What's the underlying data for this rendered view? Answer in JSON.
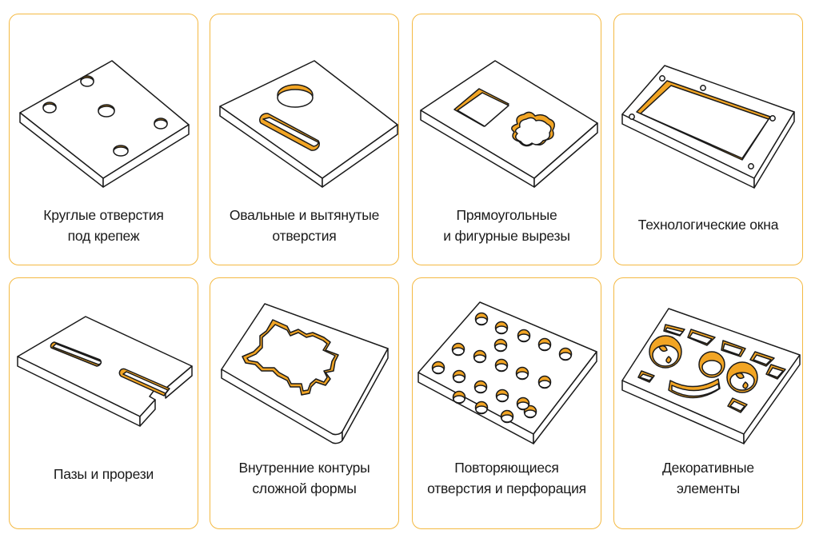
{
  "accent_color": "#F2A524",
  "border_color": "#F4B942",
  "cards": [
    {
      "line1": "Круглые отверстия",
      "line2": "под крепеж",
      "icon": "round-holes-plate-icon"
    },
    {
      "line1": "Овальные и вытянутые",
      "line2": "отверстия",
      "icon": "oval-holes-plate-icon"
    },
    {
      "line1": "Прямоугольные",
      "line2": "и фигурные вырезы",
      "icon": "shaped-cutouts-plate-icon"
    },
    {
      "line1": "Технологические окна",
      "line2": "",
      "icon": "window-frame-plate-icon"
    },
    {
      "line1": "Пазы и прорези",
      "line2": "",
      "icon": "slots-plate-icon"
    },
    {
      "line1": "Внутренние контуры",
      "line2": "сложной формы",
      "icon": "complex-contour-plate-icon"
    },
    {
      "line1": "Повторяющиеся",
      "line2": "отверстия и перфорация",
      "icon": "perforation-plate-icon"
    },
    {
      "line1": "Декоративные",
      "line2": "элементы",
      "icon": "decorative-plate-icon"
    }
  ]
}
